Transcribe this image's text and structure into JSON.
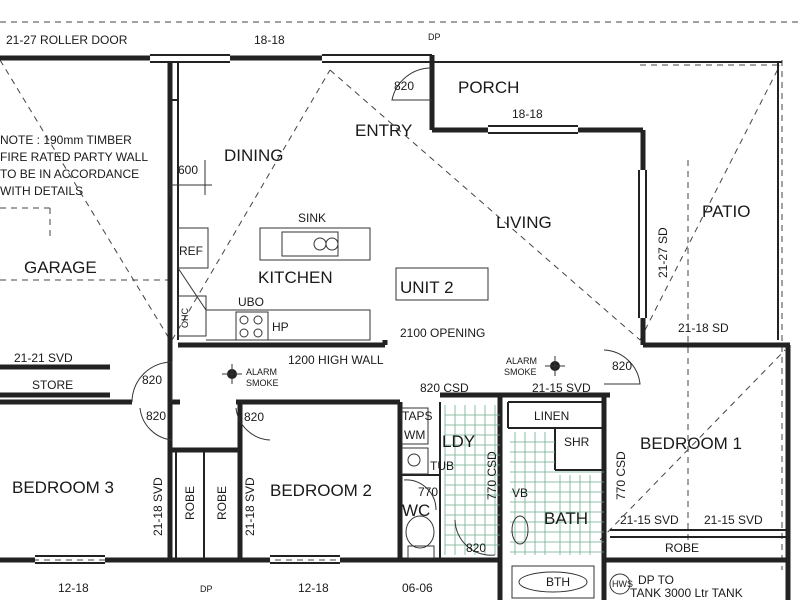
{
  "rooms": {
    "porch": "PORCH",
    "entry": "ENTRY",
    "dining": "DINING",
    "living": "LIVING",
    "kitchen": "KITCHEN",
    "patio": "PATIO",
    "garage": "GARAGE",
    "store": "STORE",
    "bedroom1": "BEDROOM 1",
    "bedroom2": "BEDROOM 2",
    "bedroom3": "BEDROOM 3",
    "ldy": "LDY",
    "bath": "BATH",
    "wc": "WC",
    "linen": "LINEN",
    "shr": "SHR",
    "robe": "ROBE"
  },
  "unit_label": "UNIT 2",
  "note": {
    "line1": "NOTE : 190mm TIMBER",
    "line2": "FIRE RATED PARTY WALL",
    "line3": "TO BE IN ACCORDANCE",
    "line4": "WITH DETAILS"
  },
  "dims": {
    "roller_door": "21-27 ROLLER DOOR",
    "top_window": "18-18",
    "porch_window": "18-18",
    "dp_top": "DP",
    "door_820": "820",
    "door_770": "770",
    "dim_600": "600",
    "living_sd": "21-27 SD",
    "patio_sd": "21-18 SD",
    "opening": "2100 OPENING",
    "high_wall": "1200 HIGH WALL",
    "garage_svd": "21-21 SVD",
    "csd_820": "820 CSD",
    "svd_21_15": "21-15 SVD",
    "svd_21_18": "21-18 SVD",
    "csd_770": "770 CSD",
    "bottom_12_18": "12-18",
    "dp_bottom": "DP",
    "bottom_06_06": "06-06",
    "dp_to_tank": "DP TO",
    "tank": "TANK  3000 Ltr TANK"
  },
  "fixtures": {
    "sink": "SINK",
    "ref": "REF",
    "ubo": "UBO",
    "hp": "HP",
    "ohc": "OHC",
    "taps": "TAPS",
    "wm": "WM",
    "tub": "TUB",
    "vb": "VB",
    "bth": "BTH",
    "hws": "HWS",
    "alarm": "ALARM",
    "smoke": "SMOKE"
  }
}
